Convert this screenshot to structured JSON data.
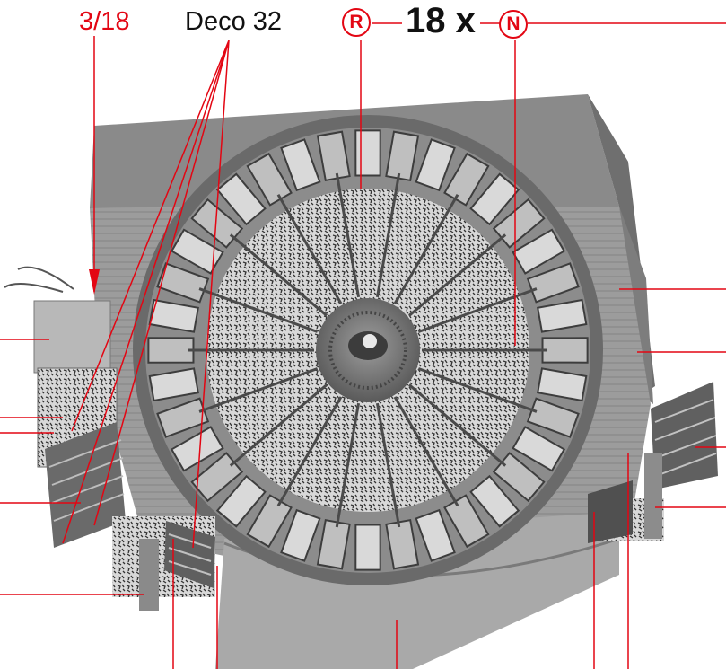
{
  "labels": {
    "part_ref": "3/18",
    "deco_ref": "Deco 32",
    "multiplier": "18 x",
    "marker_r": "R",
    "marker_n": "N"
  },
  "colors": {
    "callout_red": "#e30613",
    "text_black": "#111111",
    "photo_gray": "#9a9a9a"
  }
}
